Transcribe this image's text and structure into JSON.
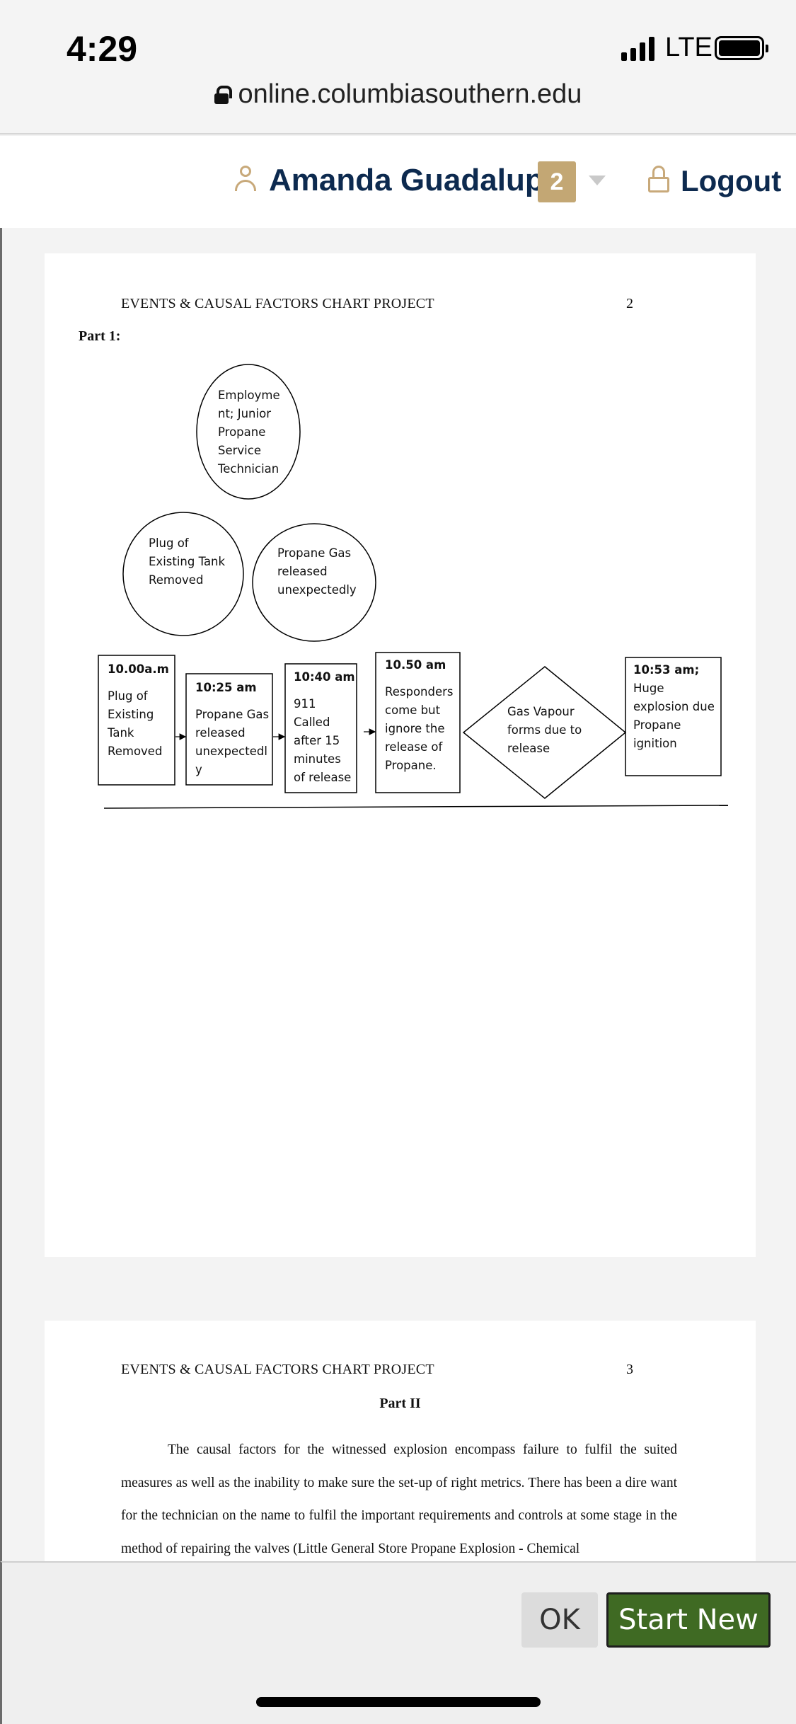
{
  "status_bar": {
    "time": "4:29",
    "network": "LTE",
    "url": "online.columbiasouthern.edu"
  },
  "header": {
    "user_name": "Amanda Guadalupe",
    "badge_count": "2",
    "logout_label": "Logout",
    "accent_color": "#c3a774",
    "brand_color": "#0d2a4f"
  },
  "pages": [
    {
      "running_head": "EVENTS & CAUSAL FACTORS CHART PROJECT",
      "page_number": "2",
      "heading": "Part 1:",
      "diagram": {
        "condition_ovals": [
          {
            "lines": [
              "Employme",
              "nt; Junior",
              "Propane",
              "Service",
              "Technician"
            ]
          },
          {
            "lines": [
              "Plug of",
              "Existing Tank",
              "Removed"
            ]
          },
          {
            "lines": [
              "Propane Gas",
              "released",
              "unexpectedly"
            ]
          }
        ],
        "events": [
          {
            "time": "10.00a.m",
            "lines": [
              "Plug of",
              "Existing",
              "Tank",
              "Removed"
            ]
          },
          {
            "time": "10:25 am",
            "lines": [
              "Propane Gas",
              "released",
              "unexpectedl",
              "y"
            ]
          },
          {
            "time": "10:40 am",
            "lines": [
              "911",
              "Called",
              "after 15",
              "minutes",
              "of release"
            ]
          },
          {
            "time": "10.50 am",
            "lines": [
              "Responders",
              "come but",
              "ignore the",
              "release of",
              "Propane."
            ]
          },
          {
            "time": "",
            "lines": [
              "Gas Vapour",
              "forms due to",
              "release"
            ]
          },
          {
            "time": "10:53 am;",
            "lines": [
              "Huge",
              "explosion due",
              "Propane",
              "ignition"
            ]
          }
        ]
      }
    },
    {
      "running_head": "EVENTS & CAUSAL FACTORS CHART PROJECT",
      "page_number": "3",
      "heading": "Part II",
      "paragraph": "The causal factors for the witnessed explosion encompass failure to fulfil the suited measures as well as the inability to make sure the set-up of right metrics. There has been a dire want for the technician on the name to fulfil the important requirements and controls at some stage in the method of repairing the valves (Little General Store Propane Explosion - Chemical"
    }
  ],
  "toolbar": {
    "ok_label": "OK",
    "start_new_label": "Start New",
    "start_new_color": "#3f6a23"
  }
}
